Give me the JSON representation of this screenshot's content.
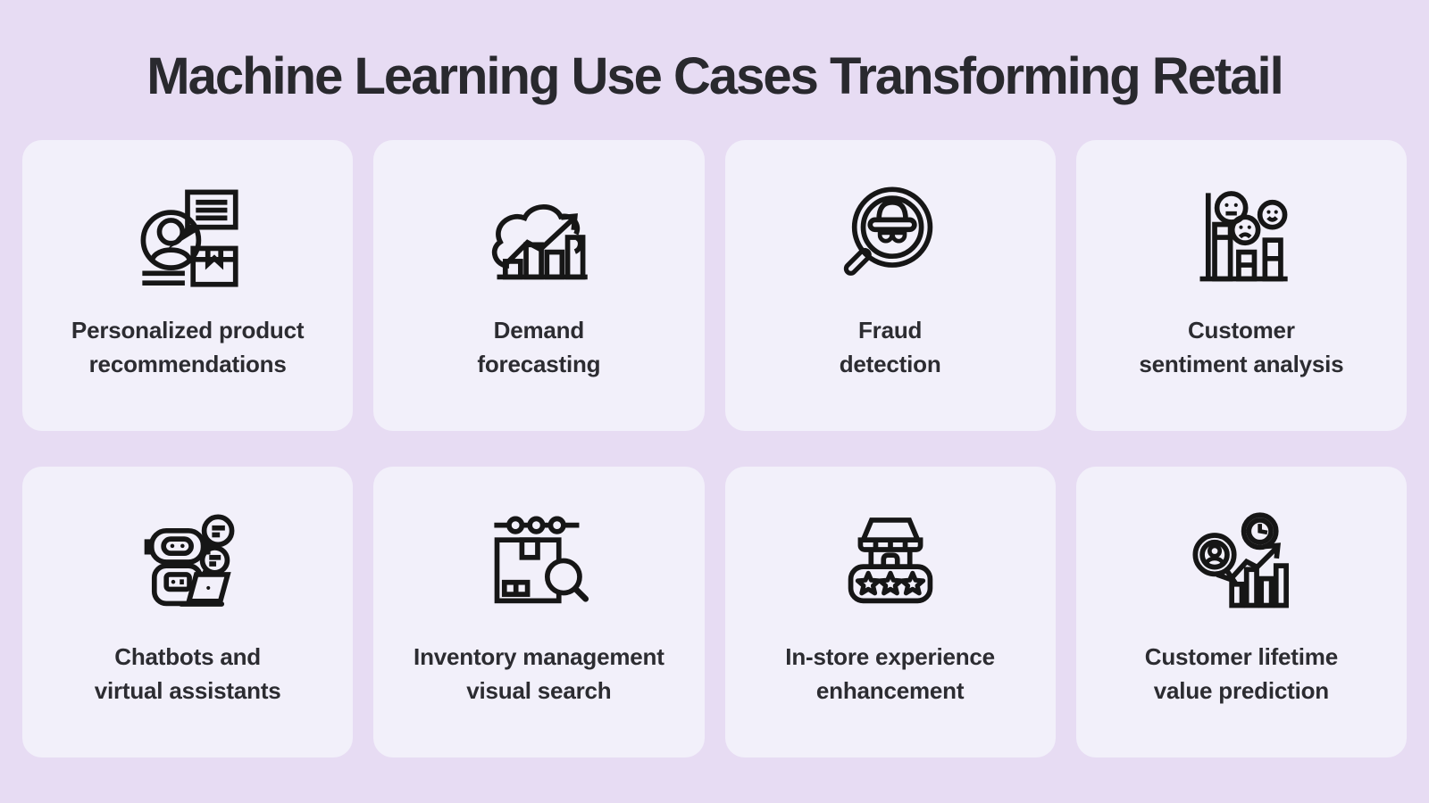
{
  "title": "Machine Learning Use Cases Transforming Retail",
  "theme": {
    "background": "#e7dcf3",
    "card_background": "#f2f0fa",
    "icon_color": "#161616",
    "text_color": "#2c2c31"
  },
  "cards": [
    {
      "icon": "person-chat-package-icon",
      "label": "Personalized product\nrecommendations"
    },
    {
      "icon": "cloud-bar-chart-arrow-icon",
      "label": "Demand\nforecasting"
    },
    {
      "icon": "spy-magnifier-icon",
      "label": "Fraud\ndetection"
    },
    {
      "icon": "sentiment-faces-bar-chart-icon",
      "label": "Customer\nsentiment analysis"
    },
    {
      "icon": "robot-chat-laptop-icon",
      "label": "Chatbots and\nvirtual assistants"
    },
    {
      "icon": "package-magnifier-conveyor-icon",
      "label": "Inventory management\nvisual search"
    },
    {
      "icon": "storefront-rating-stars-icon",
      "label": "In-store experience\nenhancement"
    },
    {
      "icon": "customer-clock-growth-chart-icon",
      "label": "Customer lifetime\nvalue prediction"
    }
  ]
}
